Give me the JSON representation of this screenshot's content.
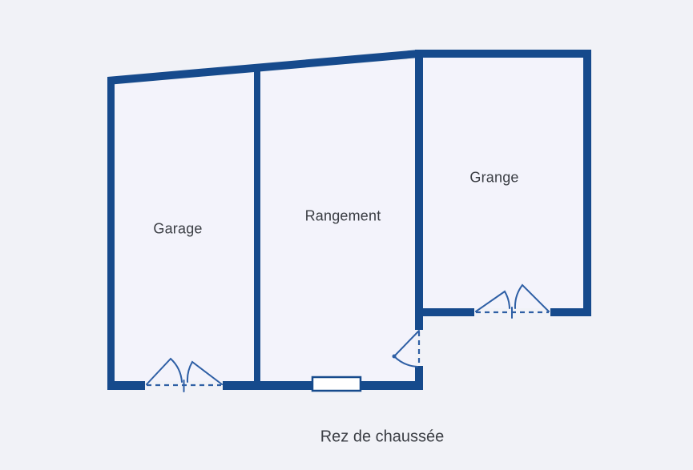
{
  "floorplan": {
    "title": "Rez de chaussée",
    "rooms": [
      {
        "name": "Garage"
      },
      {
        "name": "Rangement"
      },
      {
        "name": "Grange"
      }
    ],
    "features": {
      "garage_door": "double-swing-door",
      "grange_door": "double-swing-door",
      "rangement_side_door": "single-swing-door",
      "rangement_window": "window"
    },
    "colors": {
      "wall": "#164a8c",
      "door": "#2e5fa5",
      "room_fill": "#f3f3fb",
      "background": "#f1f2f7",
      "label": "#3b3e44",
      "window_fill": "#ffffff"
    }
  }
}
